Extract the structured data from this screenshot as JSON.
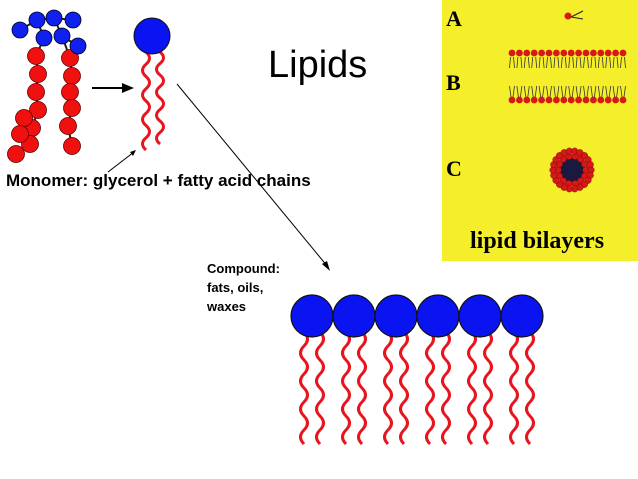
{
  "title": "Lipids",
  "monomer_label": "Monomer: glycerol + fatty acid chains",
  "compound_label": [
    "Compound:",
    "fats, oils,",
    "waxes"
  ],
  "panel": {
    "letters": [
      "A",
      "B",
      "C"
    ],
    "caption": "lipid bilayers",
    "background": "#f5ee2a"
  },
  "colors": {
    "head_blue": "#0a14f0",
    "tail_red": "#e8141e",
    "glycerol_blue": "#1020ee",
    "chain_red": "#f01010",
    "outline": "#111111"
  },
  "phospholipid_row_count": 6
}
